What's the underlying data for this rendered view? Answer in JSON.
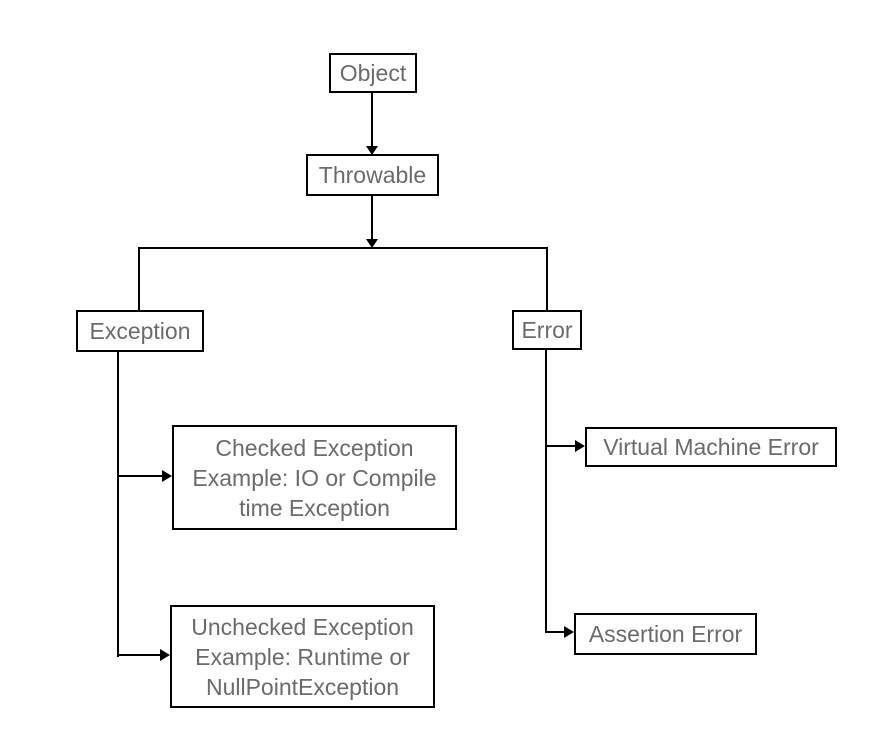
{
  "diagram": {
    "colors": {
      "background": "#ffffff",
      "box_border": "#000000",
      "connector": "#000000",
      "text": "#6b6b6b"
    },
    "nodes": {
      "object": {
        "label": "Object"
      },
      "throwable": {
        "label": "Throwable"
      },
      "exception": {
        "label": "Exception"
      },
      "error": {
        "label": "Error"
      },
      "checked_exception": {
        "lines": [
          "Checked Exception",
          "Example: IO or Compile",
          "time Exception"
        ]
      },
      "unchecked_exception": {
        "lines": [
          "Unchecked Exception",
          "Example: Runtime or",
          "NullPointException"
        ]
      },
      "virtual_machine_error": {
        "label": "Virtual Machine Error"
      },
      "assertion_error": {
        "label": "Assertion Error"
      }
    },
    "edges": [
      {
        "from": "object",
        "to": "throwable",
        "arrow": true
      },
      {
        "from": "throwable",
        "to": "exception",
        "arrow": true
      },
      {
        "from": "throwable",
        "to": "error",
        "arrow": true
      },
      {
        "from": "exception",
        "to": "checked_exception",
        "arrow": true
      },
      {
        "from": "exception",
        "to": "unchecked_exception",
        "arrow": true
      },
      {
        "from": "error",
        "to": "virtual_machine_error",
        "arrow": true
      },
      {
        "from": "error",
        "to": "assertion_error",
        "arrow": true
      }
    ]
  }
}
